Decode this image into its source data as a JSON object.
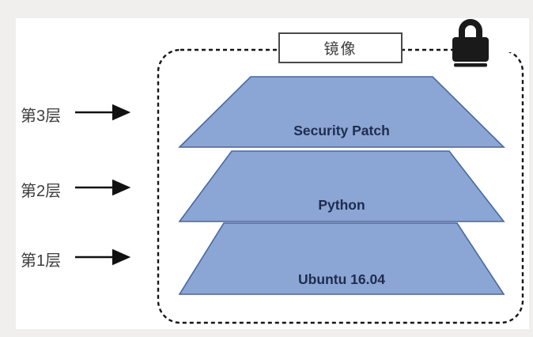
{
  "diagram": {
    "title": "镜像",
    "layers": [
      {
        "index_label": "第3层",
        "content": "Security Patch"
      },
      {
        "index_label": "第2层",
        "content": "Python"
      },
      {
        "index_label": "第1层",
        "content": "Ubuntu 16.04"
      }
    ]
  },
  "icons": {
    "lock": "lock-icon"
  },
  "colors": {
    "layer_fill": "#8ba6d4",
    "layer_stroke": "#4a679b",
    "layer_text": "#1f2c4e",
    "line_black": "#161616",
    "frame_gray": "#f0efee",
    "box_border": "#4a4a4a"
  }
}
